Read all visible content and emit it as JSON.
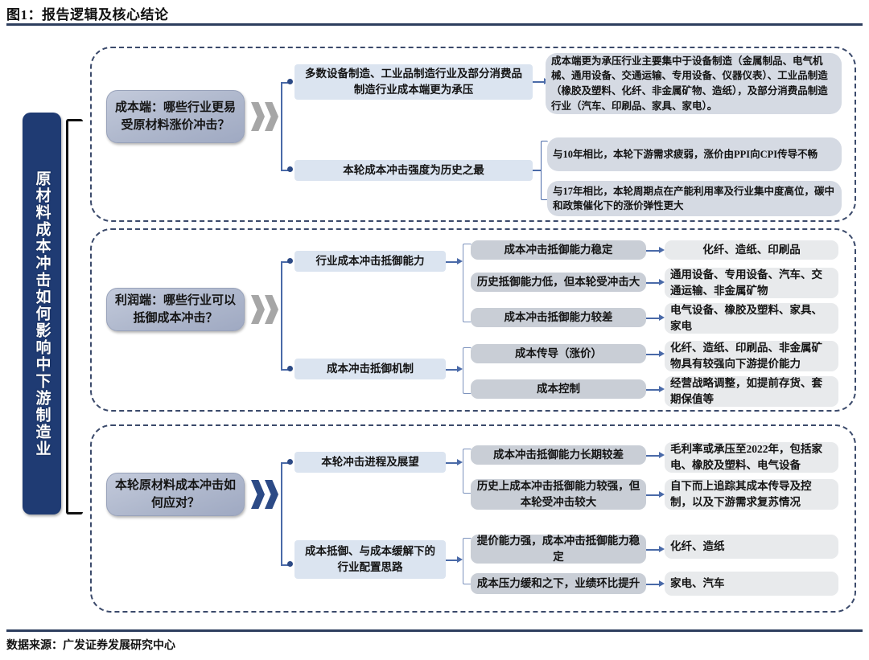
{
  "header": {
    "figure_title": "图1：报告逻辑及核心结论",
    "source_note": "数据来源：广发证券发展研究中心"
  },
  "spine": {
    "label": "原材料成本冲击如何影响中下游制造业"
  },
  "sections": [
    {
      "id": "cost-side",
      "question": "成本端：哪些行业更易受原材料涨价冲击？",
      "chevron_color": "#a6a6a6",
      "branches": [
        {
          "label": "多数设备制造、工业品制造行业及部分消费品制造行业成本端更为承压",
          "notes": [
            "成本端更为承压行业主要集中于设备制造（金属制品、电气机械、通用设备、交通运输、专用设备、仪器仪表）、工业品制造（橡胶及塑料、化纤、非金属矿物、造纸），及部分消费品制造行业（汽车、印刷品、家具、家电）。"
          ]
        },
        {
          "label": "本轮成本冲击强度为历史之最",
          "notes": [
            "与10年相比，本轮下游需求疲弱，涨价由PPI向CPI传导不畅",
            "与17年相比，本轮周期点在产能利用率及行业集中度高位，碳中和政策催化下的涨价弹性更大"
          ]
        }
      ]
    },
    {
      "id": "profit-side",
      "question": "利润端：哪些行业可以抵御成本冲击？",
      "chevron_color": "#a6a6a6",
      "branches": [
        {
          "label": "行业成本冲击抵御能力",
          "items": [
            {
              "topic": "成本冲击抵御能力稳定",
              "result": "化纤、造纸、印刷品"
            },
            {
              "topic": "历史抵御能力低，但本轮受冲击大",
              "result": "通用设备、专用设备、汽车、交通运输、非金属矿物"
            },
            {
              "topic": "成本冲击抵御能力较差",
              "result": "电气设备、橡胶及塑料、家具、家电"
            }
          ]
        },
        {
          "label": "成本冲击抵御机制",
          "items": [
            {
              "topic": "成本传导（涨价）",
              "result": "化纤、造纸、印刷品、非金属矿物具有较强向下游提价能力"
            },
            {
              "topic": "成本控制",
              "result": "经营战略调整，如提前存货、套期保值等"
            }
          ]
        }
      ]
    },
    {
      "id": "response",
      "question": "本轮原材料成本冲击如何应对？",
      "chevron_color": "#2c4a86",
      "branches": [
        {
          "label": "本轮冲击进程及展望",
          "items": [
            {
              "topic": "成本冲击抵御能力长期较差",
              "result": "毛利率或承压至2022年，包括家电、橡胶及塑料、电气设备"
            },
            {
              "topic": "历史上成本冲击抵御能力较强，但本轮受冲击较大",
              "result": "自下而上追踪其成本传导及控制，以及下游需求复苏情况"
            }
          ]
        },
        {
          "label": "成本抵御、与成本缓解下的行业配置思路",
          "items": [
            {
              "topic": "提价能力强，成本冲击抵御能力稳定",
              "result": "化纤、造纸"
            },
            {
              "topic": "成本压力缓和之下，业绩环比提升",
              "result": "家电、汽车"
            }
          ]
        }
      ]
    }
  ],
  "colors": {
    "spine_blue": "#1f3b73",
    "rule": "#2d3e5e",
    "question_fill": "#aeb7cc",
    "level2_fill": "#dbe4f0",
    "level3_fill": "#c9ced6",
    "level4_fill": "#e8eaec",
    "note_fill": "#d5dae3",
    "connector": "#4a6aa8"
  }
}
